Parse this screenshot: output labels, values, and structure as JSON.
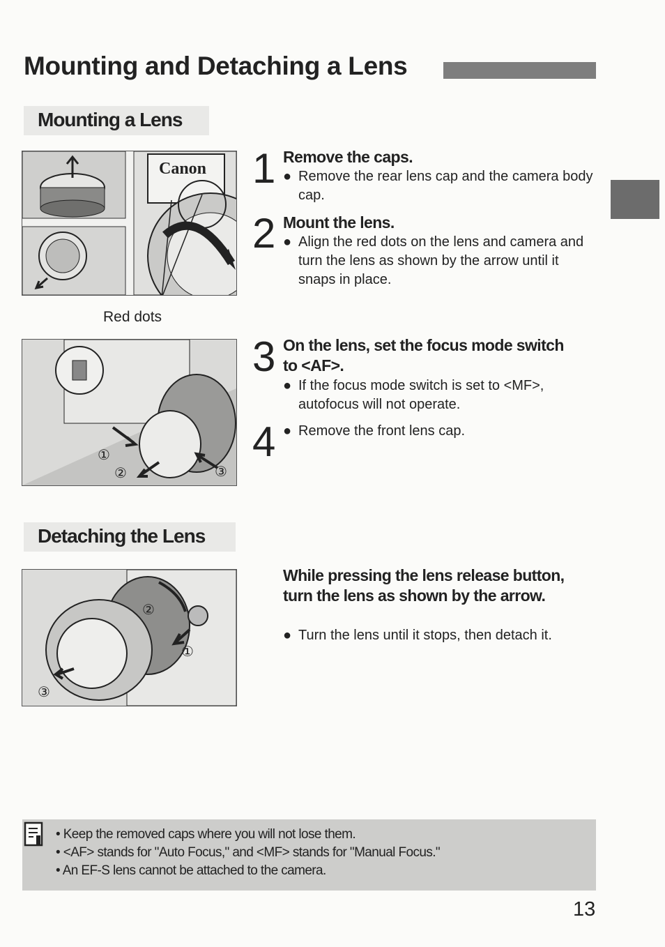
{
  "page": {
    "title": "Mounting and Detaching a Lens",
    "page_number": "13"
  },
  "mounting": {
    "heading": "Mounting a Lens",
    "red_dots_caption": "Red dots",
    "illus1_brand": "Canon",
    "steps": [
      {
        "number": "1",
        "heading": "Remove the caps.",
        "body": "Remove the rear lens cap and the camera body cap."
      },
      {
        "number": "2",
        "heading": "Mount the lens.",
        "body": "Align the red dots on the lens and camera and turn the lens as shown by the arrow until it snaps in place."
      },
      {
        "number": "3",
        "heading": "On the lens, set the focus mode switch to <AF>.",
        "body": "If the focus mode switch is set to <MF>, autofocus will not operate."
      },
      {
        "number": "4",
        "heading": "",
        "body": "Remove the front lens cap."
      }
    ],
    "illus2_callouts": [
      "①",
      "②",
      "③"
    ]
  },
  "detaching": {
    "heading": "Detaching the Lens",
    "instruction_heading": "While pressing the lens release button, turn the lens as shown by the arrow.",
    "instruction_body": "Turn the lens until it stops, then detach it.",
    "illus_callouts": [
      "①",
      "②",
      "③"
    ]
  },
  "notes": {
    "icon": "memo-icon",
    "items": [
      "Keep the removed caps where you will not lose them.",
      "<AF> stands for \"Auto Focus,\" and <MF> stands for \"Manual Focus.\"",
      "An EF-S lens cannot be attached to the camera."
    ]
  },
  "colors": {
    "title_bar": "#7e7e7e",
    "side_tab": "#6c6c6c",
    "note_bg": "#cdcdcb",
    "section_bg": "#e9e9e7"
  }
}
